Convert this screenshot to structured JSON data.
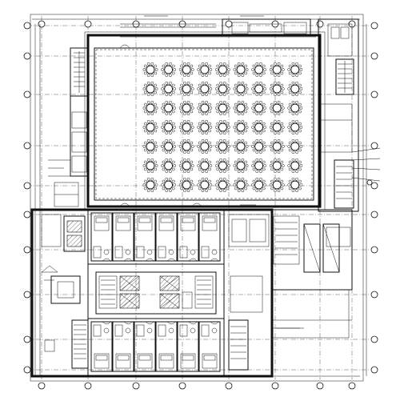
{
  "drawing": {
    "type": "architectural floor plan",
    "colors": {
      "line": "#111111",
      "background": "#ffffff"
    },
    "banquet_table_grid": {
      "rows": 7,
      "columns": 9
    }
  }
}
